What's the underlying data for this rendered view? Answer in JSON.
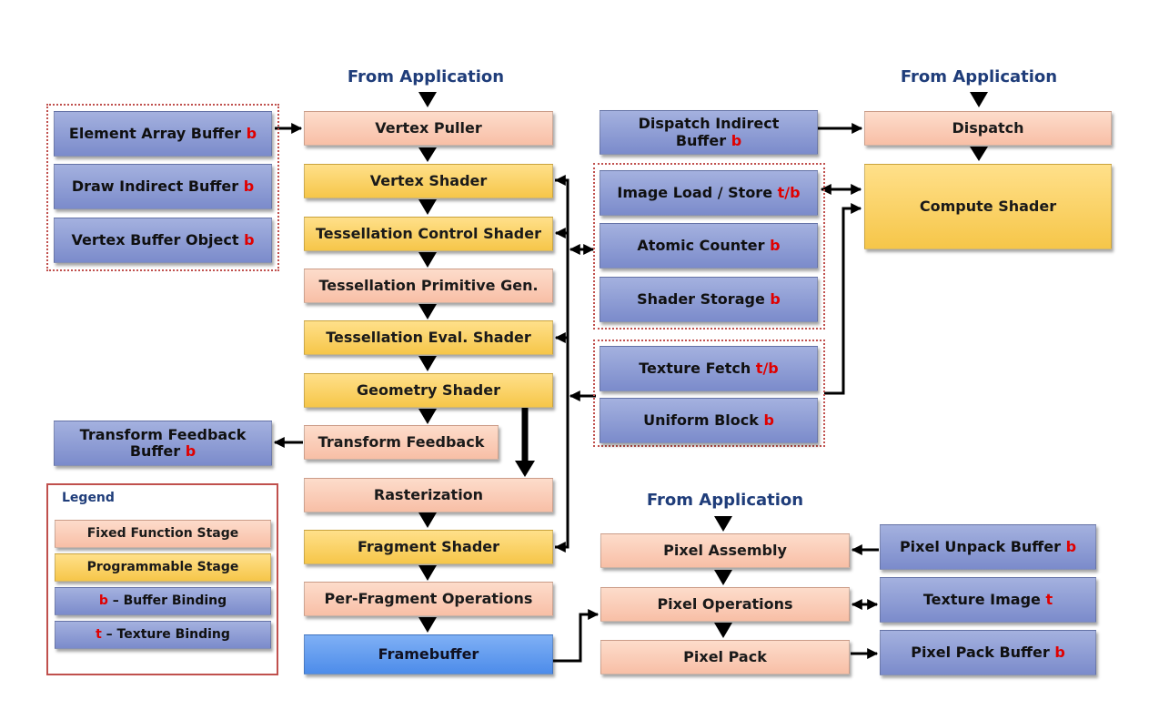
{
  "headers": {
    "left_from_app": "From Application",
    "right_from_app": "From Application",
    "pixel_from_app": "From Application"
  },
  "stages": {
    "vertex_puller": "Vertex Puller",
    "vertex_shader": "Vertex Shader",
    "tess_control": "Tessellation Control Shader",
    "tess_primitive": "Tessellation Primitive Gen.",
    "tess_eval": "Tessellation Eval. Shader",
    "geometry_shader": "Geometry Shader",
    "transform_feedback": "Transform Feedback",
    "rasterization": "Rasterization",
    "fragment_shader": "Fragment Shader",
    "per_fragment": "Per-Fragment Operations",
    "framebuffer": "Framebuffer",
    "dispatch": "Dispatch",
    "compute_shader": "Compute Shader",
    "pixel_assembly": "Pixel Assembly",
    "pixel_operations": "Pixel Operations",
    "pixel_pack": "Pixel Pack"
  },
  "buffers": {
    "element_array": {
      "label": "Element Array Buffer",
      "tag": "b"
    },
    "draw_indirect": {
      "label": "Draw Indirect Buffer",
      "tag": "b"
    },
    "vertex_buffer_object": {
      "label": "Vertex Buffer Object",
      "tag": "b"
    },
    "transform_feedback_buffer": {
      "line1": "Transform Feedback",
      "line2": "Buffer",
      "tag": "b"
    },
    "dispatch_indirect": {
      "line1": "Dispatch Indirect",
      "line2": "Buffer",
      "tag": "b"
    },
    "image_load_store": {
      "label": "Image Load / Store",
      "tag": "t/b"
    },
    "atomic_counter": {
      "label": "Atomic Counter",
      "tag": "b"
    },
    "shader_storage": {
      "label": "Shader Storage",
      "tag": "b"
    },
    "texture_fetch": {
      "label": "Texture Fetch",
      "tag": "t/b"
    },
    "uniform_block": {
      "label": "Uniform Block",
      "tag": "b"
    },
    "pixel_unpack": {
      "label": "Pixel Unpack Buffer",
      "tag": "b"
    },
    "texture_image": {
      "label": "Texture Image",
      "tag": "t"
    },
    "pixel_pack_buffer": {
      "label": "Pixel Pack Buffer",
      "tag": "b"
    }
  },
  "legend": {
    "title": "Legend",
    "fixed": "Fixed Function Stage",
    "programmable": "Programmable Stage",
    "buffer_tag": "b",
    "buffer_text": " – Buffer Binding",
    "texture_tag": "t",
    "texture_text": " – Texture Binding"
  },
  "colors": {
    "fixed_stage": "#f8c5ad",
    "programmable_stage": "#f9cf5f",
    "buffer": "#8e9bd4",
    "framebuffer": "#5b96ee",
    "binding_tag": "#e00000",
    "header_text": "#1f3d7a",
    "group_border": "#c0504d"
  }
}
